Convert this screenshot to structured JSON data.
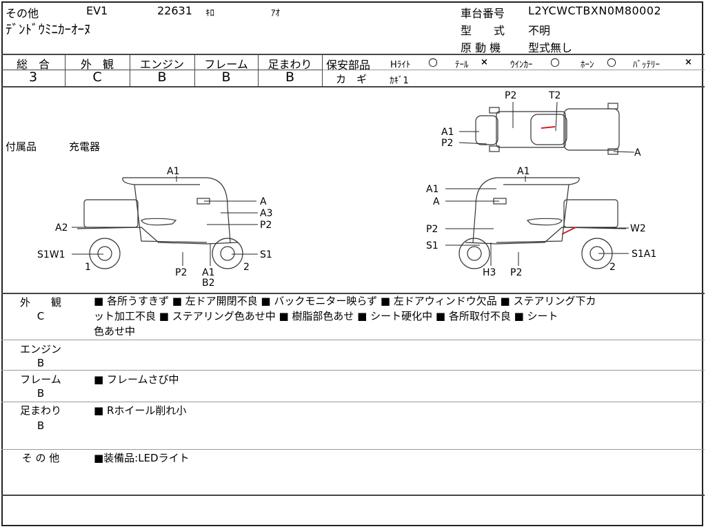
{
  "header": {
    "category": "その他",
    "model_code": "EV1",
    "mileage": "22631",
    "mileage_unit": "ｷﾛ",
    "color": "ｱｵ",
    "vehicle_name": "ﾃﾞﾝﾄﾞｳﾐﾆｶｰｵｰﾇ",
    "chassis_label": "車台番号",
    "chassis_number": "L2YCWCTBXN0M80002",
    "type_label": "型　　式",
    "type_value": "不明",
    "motor_label": "原 動 機",
    "motor_value": "型式無し"
  },
  "grades": [
    {
      "label": "総　合",
      "value": "3"
    },
    {
      "label": "外　観",
      "value": "C"
    },
    {
      "label": "エンジン",
      "value": "B"
    },
    {
      "label": "フレーム",
      "value": "B"
    },
    {
      "label": "足まわり",
      "value": "B"
    }
  ],
  "safety": {
    "label": "保安部品",
    "items": [
      {
        "name": "Hﾗｲﾄ",
        "status": "○"
      },
      {
        "name": "ﾃｰﾙ",
        "status": "×"
      },
      {
        "name": "ｳｲﾝｶｰ",
        "status": "○"
      },
      {
        "name": "ﾎｰﾝ",
        "status": "○"
      },
      {
        "name": "ﾊﾞｯﾃﾘｰ",
        "status": "×"
      }
    ],
    "key_label": "カ　ギ",
    "key_value": "ｶｷﾞ1"
  },
  "accessories": {
    "label": "付属品",
    "value": "充電器"
  },
  "diagram": {
    "top": [
      "P2",
      "T2",
      "A1",
      "P2",
      "A"
    ],
    "left": [
      "A1",
      "A",
      "A3",
      "P2",
      "A2",
      "S1W1",
      "S1",
      "1",
      "P2",
      "A1",
      "2",
      "B2"
    ],
    "right": [
      "A1",
      "A1",
      "A",
      "P2",
      "W2",
      "S1",
      "S1A1",
      "H3",
      "P2",
      "2"
    ]
  },
  "notes": [
    {
      "label": "外　　観",
      "grade": "C",
      "lines": [
        "■ 各所うすきず ■ 左ドア開閉不良 ■ バックモニター映らず ■ 左ドアウィンドウ欠品 ■ ステアリング下カ",
        "ット加工不良 ■ ステアリング色あせ中 ■ 樹脂部色あせ ■ シート硬化中 ■ 各所取付不良 ■ シート",
        "色あせ中"
      ]
    },
    {
      "label": "エンジン",
      "grade": "B",
      "lines": []
    },
    {
      "label": "フレーム",
      "grade": "B",
      "lines": [
        "■ フレームさび中"
      ]
    },
    {
      "label": "足まわり",
      "grade": "B",
      "lines": [
        "■ Rホイール削れ小"
      ]
    },
    {
      "label": "そ の 他",
      "grade": "",
      "lines": [
        "■装備品:LEDライト"
      ]
    }
  ],
  "colors": {
    "line": "#444444",
    "damage": "#cc2222"
  }
}
